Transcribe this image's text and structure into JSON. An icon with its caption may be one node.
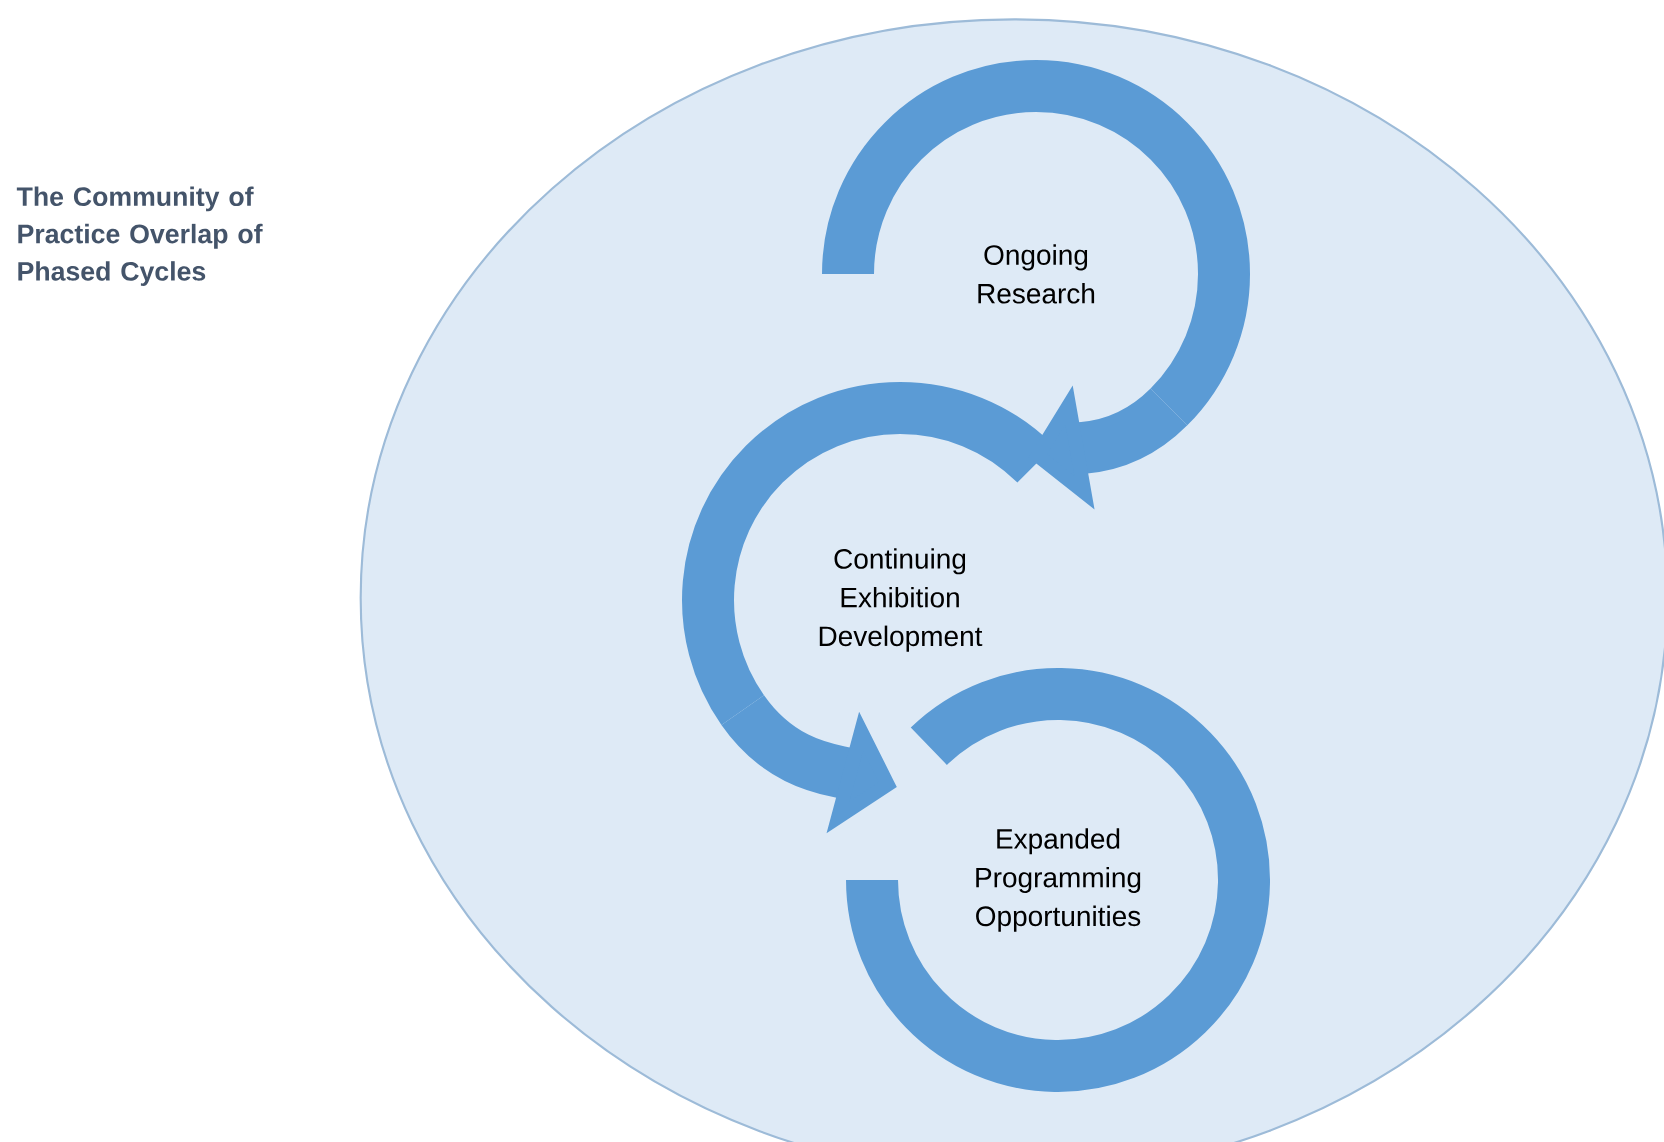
{
  "diagram": {
    "title": "The Community of Practice Overlap of Phased Cycles",
    "nodes": [
      {
        "text": [],
        "shape": "ellipse"
      },
      {
        "text": [
          "Ongoing Research"
        ],
        "in": 0
      },
      {
        "text": [
          "Continuing Exhibition Development"
        ],
        "in": 0
      },
      {
        "text": [
          "Expanded Programming Opportunities"
        ],
        "in": 0
      }
    ],
    "edges": [
      {
        "from": 1,
        "to": 2,
        "arrow": "to"
      },
      {
        "from": 2,
        "to": 3,
        "arrow": "to"
      }
    ]
  }
}
